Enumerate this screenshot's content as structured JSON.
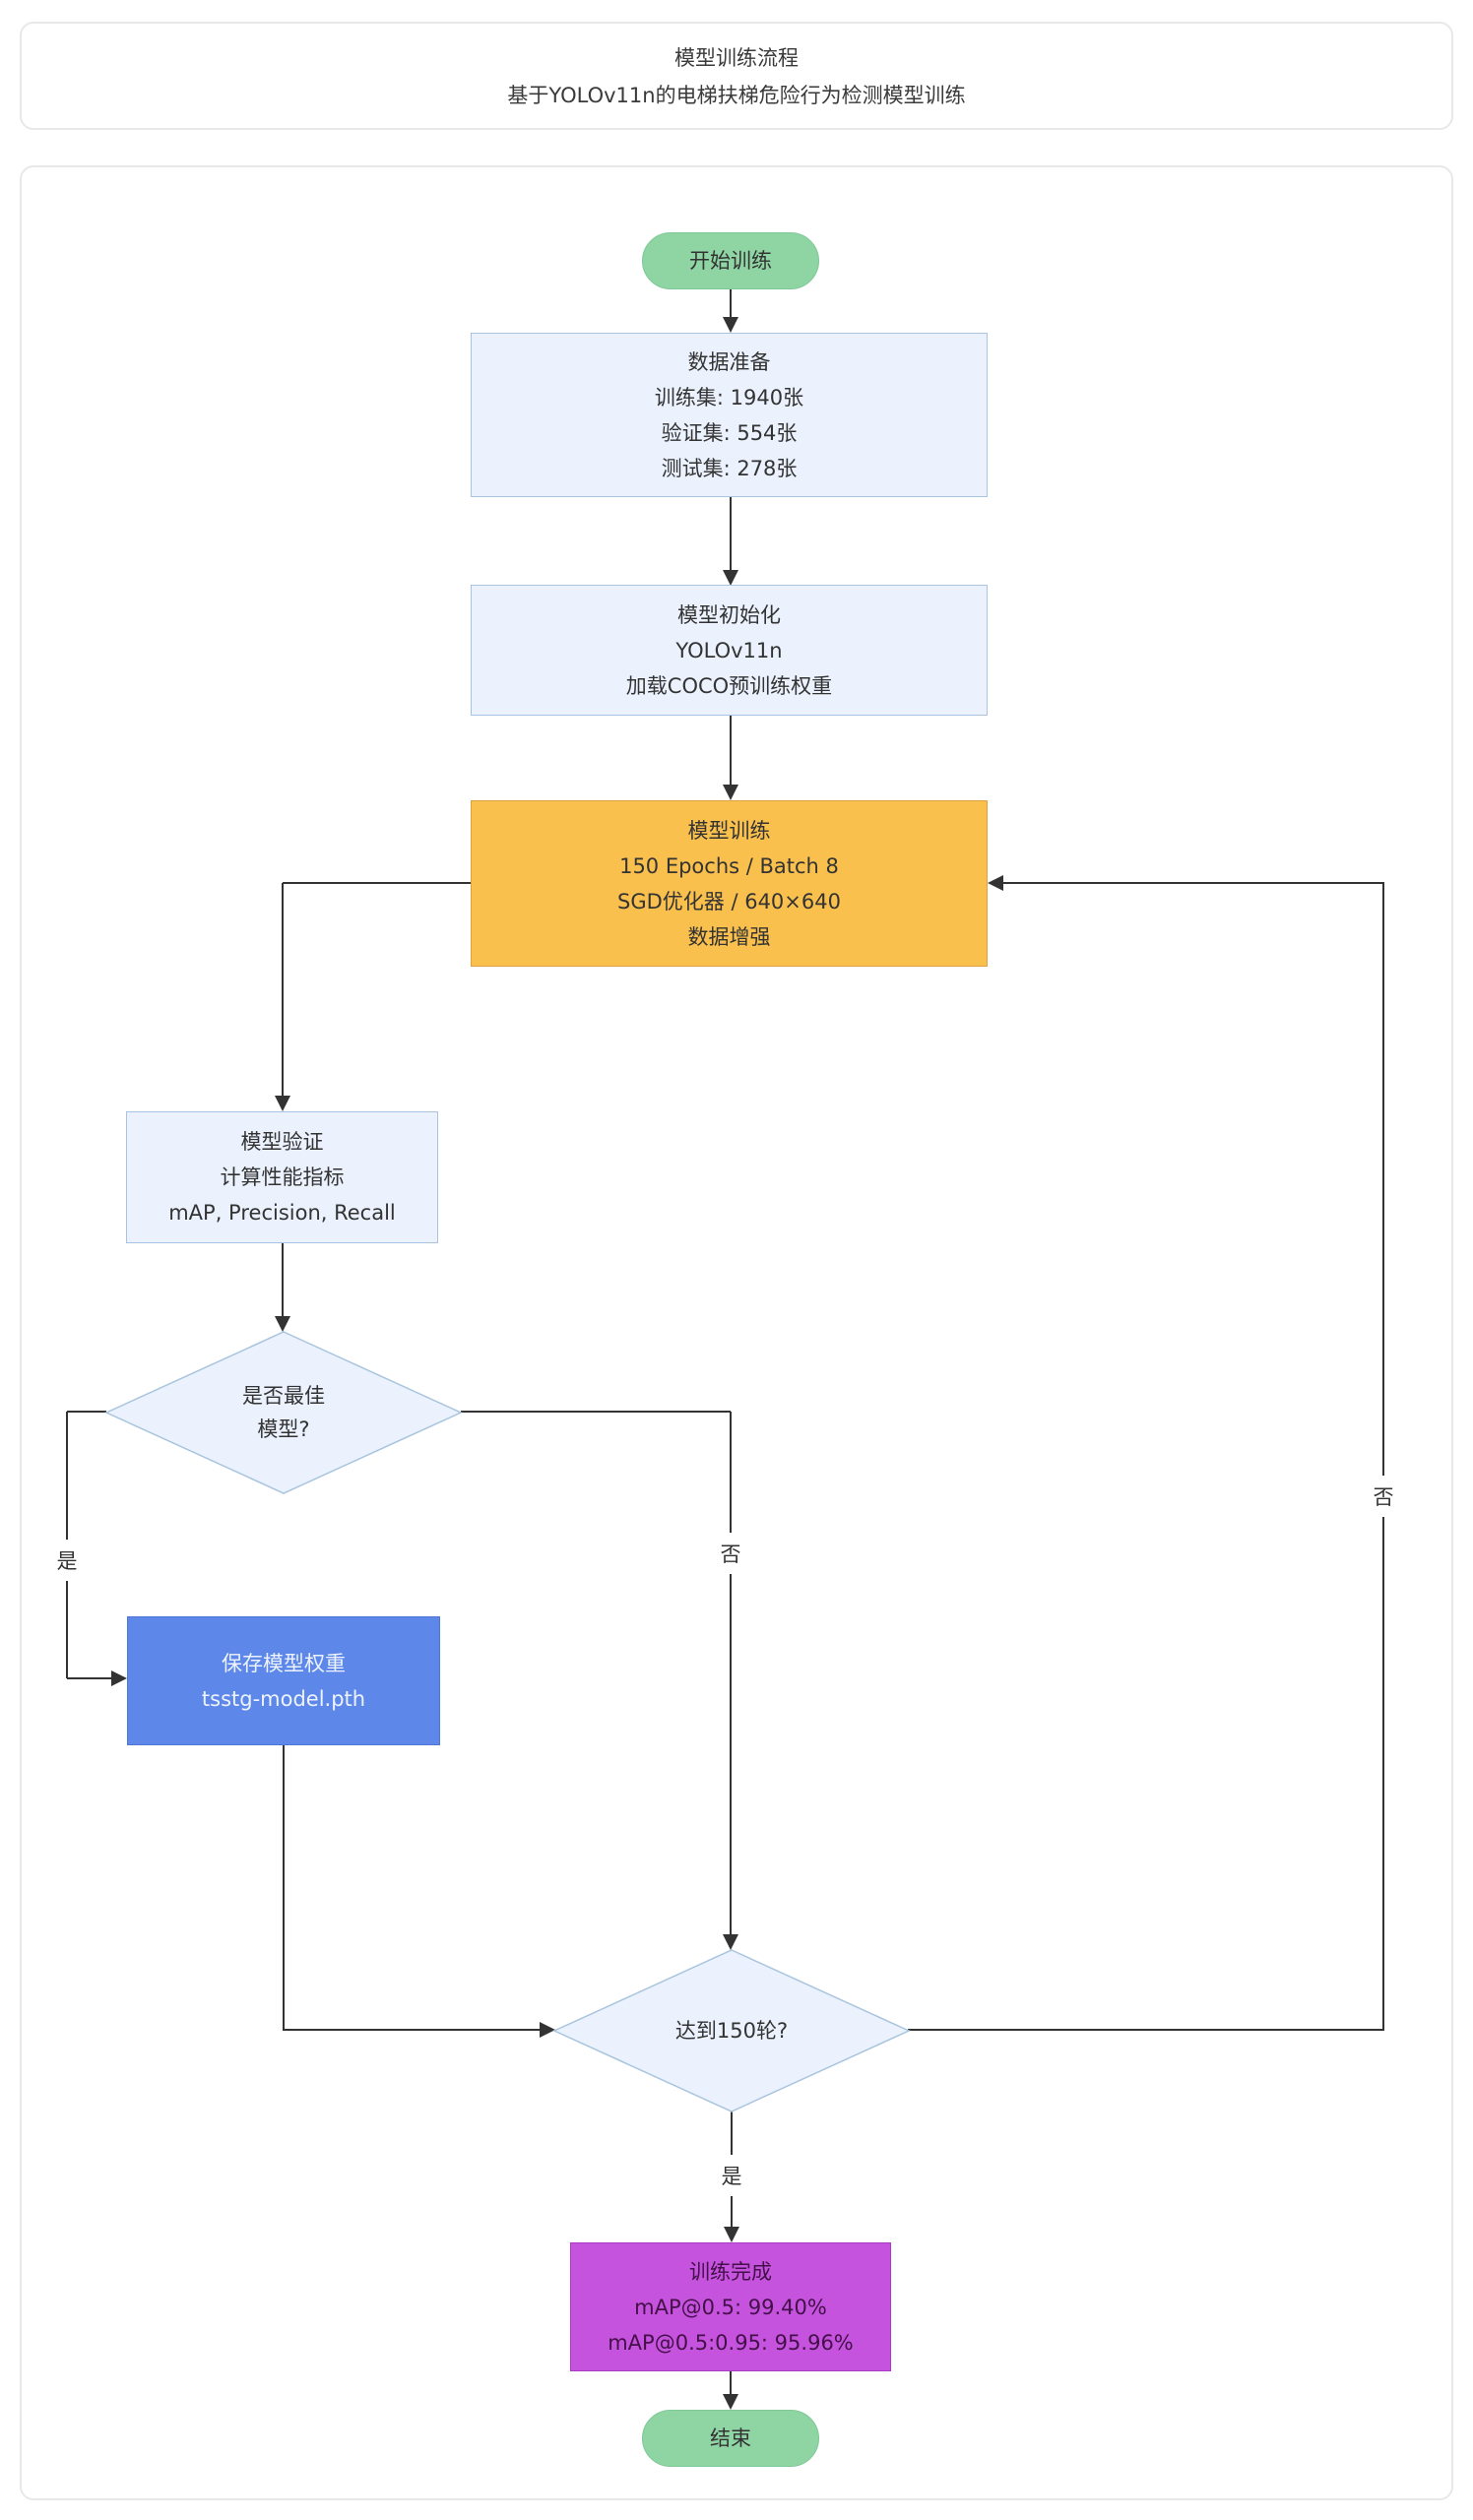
{
  "header": {
    "title": "模型训练流程",
    "subtitle": "基于YOLOv11n的电梯扶梯危险行为检测模型训练"
  },
  "nodes": {
    "start": {
      "label": "开始训练"
    },
    "dataprep": {
      "lines": [
        "数据准备",
        "训练集: 1940张",
        "验证集: 554张",
        "测试集: 278张"
      ]
    },
    "init": {
      "lines": [
        "模型初始化",
        "YOLOv11n",
        "加载COCO预训练权重"
      ]
    },
    "train": {
      "lines": [
        "模型训练",
        "150 Epochs / Batch 8",
        "SGD优化器 / 640×640",
        "数据增强"
      ]
    },
    "validate": {
      "lines": [
        "模型验证",
        "计算性能指标",
        "mAP, Precision, Recall"
      ]
    },
    "best_decision": {
      "lines": [
        "是否最佳",
        "模型?"
      ]
    },
    "save": {
      "lines": [
        "保存模型权重",
        "tsstg-model.pth"
      ]
    },
    "epoch_decision": {
      "label": "达到150轮?"
    },
    "done": {
      "lines": [
        "训练完成",
        "mAP@0.5: 99.40%",
        "mAP@0.5:0.95: 95.96%"
      ]
    },
    "end": {
      "label": "结束"
    }
  },
  "edge_labels": {
    "best_yes": "是",
    "best_no": "否",
    "loop_no": "否",
    "epoch_yes": "是"
  },
  "colors": {
    "line": "#333333",
    "node-fill": "#EBF2FD",
    "node-border": "#A8C4DE",
    "green": "#8FD5A4",
    "green-border": "#7FC897",
    "orange": "#FAC04D",
    "orange-border": "#DFA13F",
    "blue": "#5D87E8",
    "blue-border": "#4D76D6",
    "purple": "#C653DE",
    "purple-border": "#A93BC4"
  }
}
